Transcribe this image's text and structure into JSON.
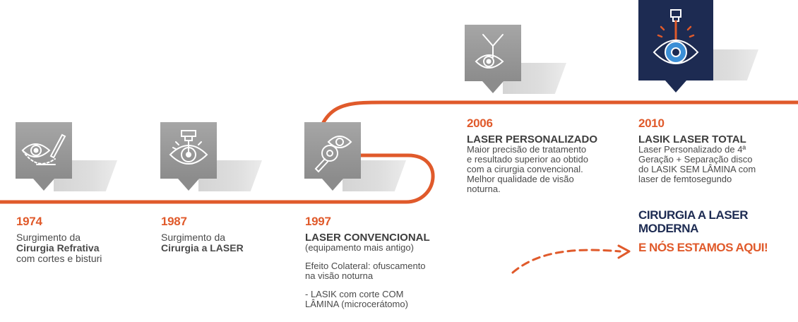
{
  "theme": {
    "accent": "#e05a2b",
    "navy": "#1d2b52",
    "gray": "#8c8c8c"
  },
  "milestones": [
    {
      "year": "1974",
      "icon": "eye-scalpel-icon",
      "line1": "Surgimento da",
      "line2": "Cirurgia Refrativa",
      "line3": "com cortes e bisturi"
    },
    {
      "year": "1987",
      "icon": "laser-eye-icon",
      "line1": "Surgimento da",
      "line2": "Cirurgia a LASER"
    },
    {
      "year": "1997",
      "icon": "magnifier-eye-icon",
      "title": "LASER CONVENCIONAL",
      "subtitle": "(equipamento mais antigo)",
      "effect1": "Efeito Colateral: ofuscamento",
      "effect2": "na visão noturna",
      "note1": "- LASIK com corte COM",
      "note2": "LÂMINA (microcerátomo)"
    },
    {
      "year": "2006",
      "icon": "eye-beam-icon",
      "title": "LASER PERSONALIZADO",
      "d1": "Maior precisão de tratamento",
      "d2": "e resultado superior ao obtido",
      "d3": "com a cirurgia convencional.",
      "d4": "Melhor qualidade de visão",
      "d5": "noturna."
    },
    {
      "year": "2010",
      "icon": "laser-target-eye-icon",
      "title": "LASIK LASER TOTAL",
      "d1": "Laser Personalizado de 4ª",
      "d2": "Geração + Separação disco",
      "d3": "do LASIK SEM LÂMINA com",
      "d4": "laser de femtosegundo"
    }
  ],
  "cta": {
    "line1": "CIRURGIA A LASER",
    "line2": "MODERNA",
    "highlight": "E NÓS ESTAMOS AQUI!"
  }
}
